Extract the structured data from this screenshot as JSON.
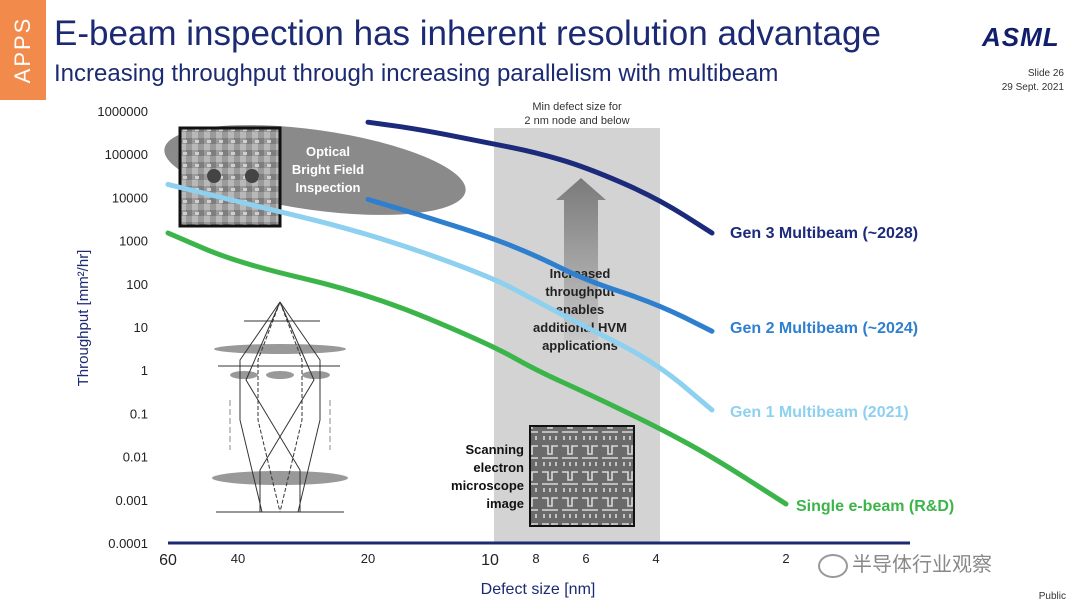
{
  "header": {
    "tab_label": "APPS",
    "title": "E-beam inspection has inherent resolution advantage",
    "subtitle": "Increasing throughput through increasing parallelism with multibeam",
    "logo_text": "ASML",
    "slide_number": "Slide 26",
    "date": "29 Sept. 2021"
  },
  "footer": {
    "classification": "Public",
    "watermark": "半导体行业观察"
  },
  "chart_data": {
    "type": "line",
    "xlabel": "Defect size [nm]",
    "ylabel": "Throughput [mm²/hr]",
    "x_ticks": [
      60,
      40,
      20,
      10,
      8,
      6,
      4,
      2
    ],
    "y_ticks": [
      "1000000",
      "100000",
      "10000",
      "1000",
      "100",
      "10",
      "1",
      "0.1",
      "0.01",
      "0.001",
      "0.0001"
    ],
    "ylim": [
      0.0001,
      1000000
    ],
    "y_scale": "log",
    "grid": false,
    "series": [
      {
        "name": "Gen 3 Multibeam (~2028)",
        "color": "#1b2a7a",
        "x": [
          20,
          15,
          10,
          8,
          6,
          4,
          3
        ],
        "y": [
          550000,
          380000,
          180000,
          110000,
          50000,
          10000,
          1500
        ]
      },
      {
        "name": "Gen 2 Multibeam (~2024)",
        "color": "#2f7fcf",
        "x": [
          20,
          15,
          10,
          8,
          6,
          4,
          3
        ],
        "y": [
          9000,
          4000,
          1200,
          450,
          120,
          35,
          8
        ]
      },
      {
        "name": "Gen 1 Multibeam (2021)",
        "color": "#8ed0ef",
        "x": [
          60,
          40,
          20,
          10,
          8,
          6,
          4,
          3
        ],
        "y": [
          20000,
          8000,
          1500,
          150,
          40,
          10,
          1.5,
          0.12
        ]
      },
      {
        "name": "Single e-beam (R&D)",
        "color": "#3bb54a",
        "x": [
          60,
          40,
          20,
          10,
          8,
          6,
          4,
          3,
          2
        ],
        "y": [
          1500,
          300,
          60,
          4,
          1,
          0.3,
          0.05,
          0.01,
          0.0008
        ]
      }
    ],
    "annotations": {
      "optical_region_label": "Optical Bright Field Inspection",
      "band_label": "Min defect size for 2 nm  node and below",
      "arrow_label": "Increased throughput enables additional HVM applications",
      "sem_label": "Scanning electron microscope image"
    }
  }
}
